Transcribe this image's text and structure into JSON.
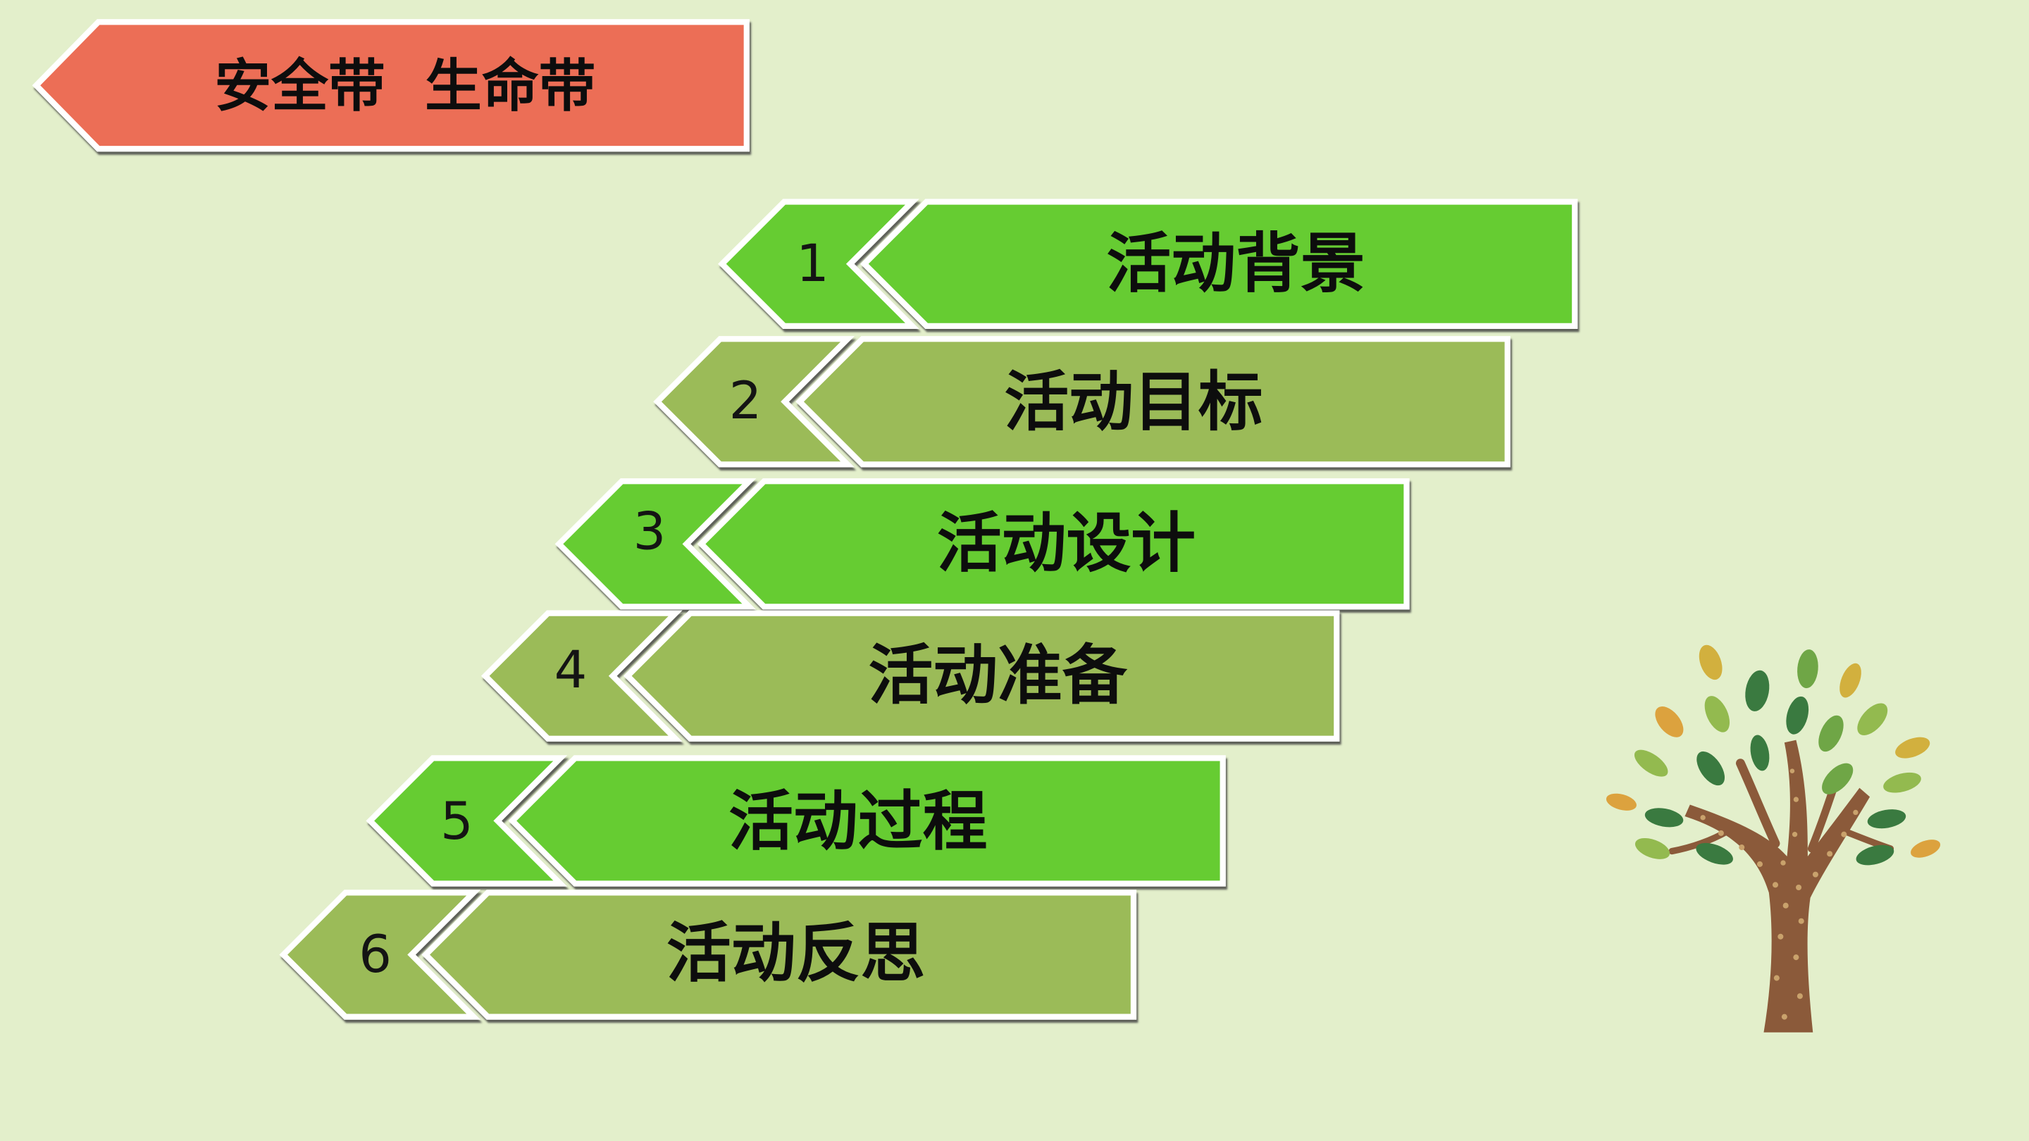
{
  "slide": {
    "title": "安全带  生命带",
    "agenda": [
      {
        "number": "1",
        "label": "活动背景",
        "color": "#66CC33"
      },
      {
        "number": "2",
        "label": "活动目标",
        "color": "#9BBB59"
      },
      {
        "number": "3",
        "label": "活动设计",
        "color": "#66CC33"
      },
      {
        "number": "4",
        "label": "活动准备",
        "color": "#9BBB59"
      },
      {
        "number": "5",
        "label": "活动过程",
        "color": "#66CC33"
      },
      {
        "number": "6",
        "label": "活动反思",
        "color": "#9BBB59"
      }
    ],
    "decoration_icon": "tree-icon"
  },
  "colors": {
    "background": "#E3EFCB",
    "title_banner": "#EC6E56",
    "outline": "#FFFFFF"
  }
}
